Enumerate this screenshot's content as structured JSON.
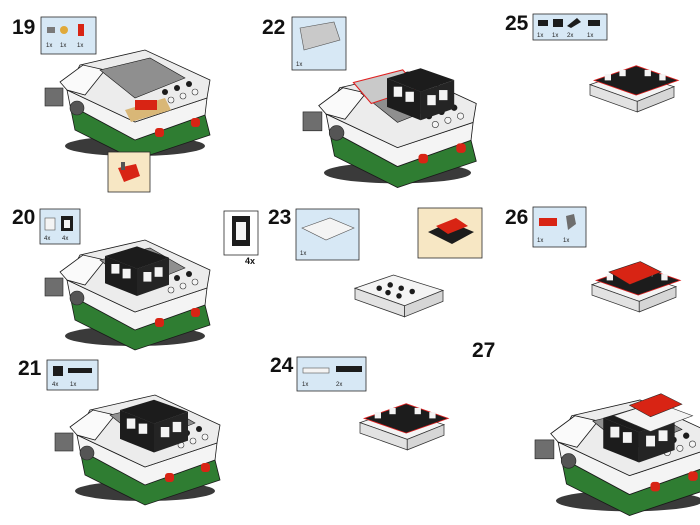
{
  "colors": {
    "callout_bg": "#d7e8f5",
    "callout_border": "#2a2a2a",
    "subassembly_bg": "#f7e7c4",
    "white_brick": "#f4f4f4",
    "black_brick": "#1c1c1c",
    "green_brick": "#2f7d32",
    "red_brick": "#d82414",
    "grey_brick": "#9a9a9a",
    "tan_brick": "#d9b777",
    "new_part_outline": "#e02020"
  },
  "steps": [
    {
      "number": "19",
      "parts": [
        "1x",
        "1x",
        "1x"
      ]
    },
    {
      "number": "20",
      "parts": [
        "4x",
        "4x"
      ],
      "aside_count": "4x"
    },
    {
      "number": "21",
      "parts": [
        "4x",
        "1x"
      ]
    },
    {
      "number": "22",
      "parts": [
        "1x"
      ]
    },
    {
      "number": "23",
      "parts": [
        "1x"
      ]
    },
    {
      "number": "24",
      "parts": [
        "1x",
        "2x"
      ]
    },
    {
      "number": "25",
      "parts": [
        "1x",
        "1x",
        "2x",
        "1x"
      ]
    },
    {
      "number": "26",
      "parts": [
        "1x",
        "1x"
      ]
    },
    {
      "number": "27",
      "parts": []
    }
  ]
}
